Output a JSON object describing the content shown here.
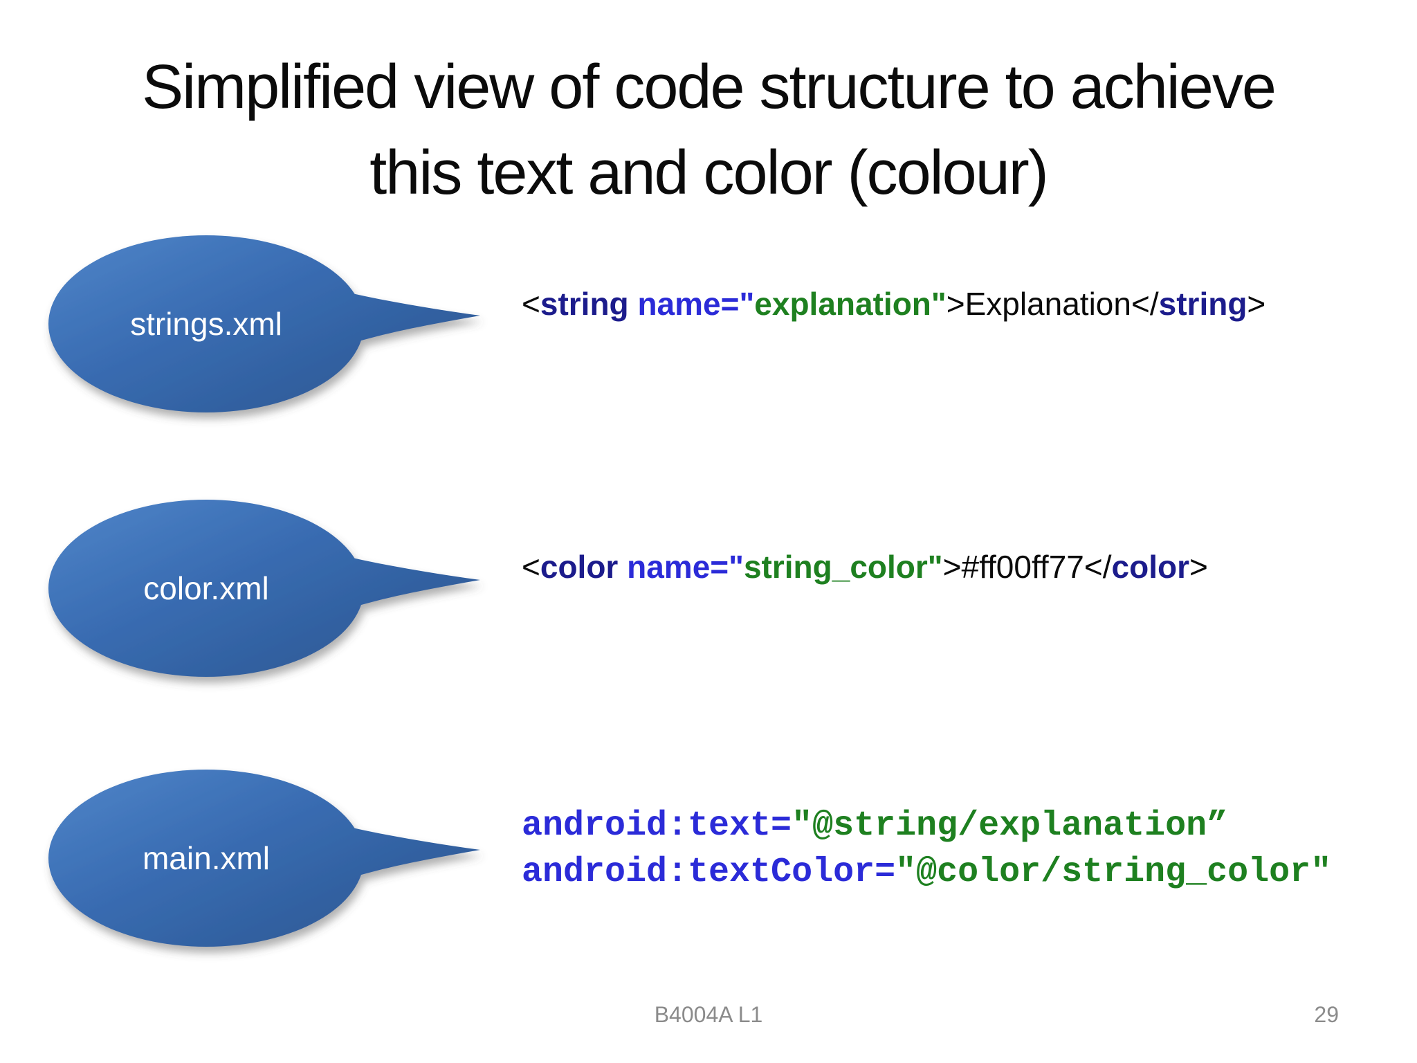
{
  "palette": {
    "black": "#0a0a0a",
    "navy": "#1c1c8c",
    "blue": "#2b2bd8",
    "green": "#1e8020",
    "bubble_top": "#4c82c6",
    "bubble_mid": "#3a6db3",
    "bubble_bottom": "#305f9e",
    "bubble_text": "#ffffff",
    "footer_gray": "#8b8b8b"
  },
  "title": {
    "line1": "Simplified view of code structure to achieve",
    "line2": "this text and color (colour)"
  },
  "bubbles": [
    {
      "label": "strings.xml"
    },
    {
      "label": "color.xml"
    },
    {
      "label": "main.xml"
    }
  ],
  "code": {
    "strings_line": [
      {
        "t": "<",
        "c": "black",
        "b": false
      },
      {
        "t": "string",
        "c": "navy",
        "b": true
      },
      {
        "t": " ",
        "c": "black",
        "b": false
      },
      {
        "t": "name=",
        "c": "blue",
        "b": true
      },
      {
        "t": "\"",
        "c": "blue",
        "b": true
      },
      {
        "t": "explanation",
        "c": "green",
        "b": true
      },
      {
        "t": "\"",
        "c": "green",
        "b": true
      },
      {
        "t": ">",
        "c": "black",
        "b": false
      },
      {
        "t": "Explanation",
        "c": "black",
        "b": false
      },
      {
        "t": "</",
        "c": "black",
        "b": false
      },
      {
        "t": "string",
        "c": "navy",
        "b": true
      },
      {
        "t": ">",
        "c": "black",
        "b": false
      }
    ],
    "color_line": [
      {
        "t": "<",
        "c": "black",
        "b": false
      },
      {
        "t": "color",
        "c": "navy",
        "b": true
      },
      {
        "t": " ",
        "c": "black",
        "b": false
      },
      {
        "t": "name=",
        "c": "blue",
        "b": true
      },
      {
        "t": "\"",
        "c": "blue",
        "b": true
      },
      {
        "t": "string_color",
        "c": "green",
        "b": true
      },
      {
        "t": "\"",
        "c": "green",
        "b": true
      },
      {
        "t": ">",
        "c": "black",
        "b": false
      },
      {
        "t": "#ff00ff77",
        "c": "black",
        "b": false
      },
      {
        "t": "</",
        "c": "black",
        "b": false
      },
      {
        "t": "color",
        "c": "navy",
        "b": true
      },
      {
        "t": ">",
        "c": "black",
        "b": false
      }
    ],
    "main_line1": [
      {
        "t": "android:text=",
        "c": "blue",
        "b": true
      },
      {
        "t": "\"@string/explanation”",
        "c": "green",
        "b": true
      }
    ],
    "main_line2": [
      {
        "t": "android:textColor=",
        "c": "blue",
        "b": true
      },
      {
        "t": "\"@color/string_color\"",
        "c": "green",
        "b": true
      }
    ]
  },
  "footer": {
    "course": "B4004A L1",
    "page": "29"
  }
}
